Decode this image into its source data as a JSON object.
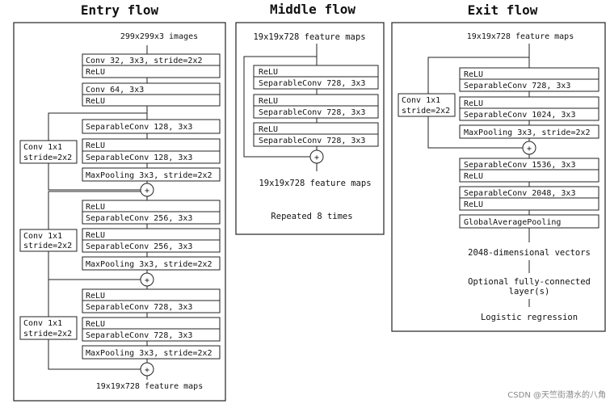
{
  "titles": {
    "entry": "Entry flow",
    "middle": "Middle flow",
    "exit": "Exit flow"
  },
  "entry": {
    "input": "299x299x3 images",
    "conv1": [
      "Conv 32, 3x3, stride=2x2",
      "ReLU"
    ],
    "conv2": [
      "Conv 64, 3x3",
      "ReLU"
    ],
    "block1_sep1": "SeparableConv 128, 3x3",
    "block1_sep2": [
      "ReLU",
      "SeparableConv 128, 3x3"
    ],
    "block1_pool": "MaxPooling 3x3, stride=2x2",
    "block2_sep1": [
      "ReLU",
      "SeparableConv 256, 3x3"
    ],
    "block2_sep2": [
      "ReLU",
      "SeparableConv 256, 3x3"
    ],
    "block2_pool": "MaxPooling 3x3, stride=2x2",
    "block3_sep1": [
      "ReLU",
      "SeparableConv 728, 3x3"
    ],
    "block3_sep2": [
      "ReLU",
      "SeparableConv 728, 3x3"
    ],
    "block3_pool": "MaxPooling 3x3, stride=2x2",
    "shortcut": [
      "Conv 1x1",
      "stride=2x2"
    ],
    "output": "19x19x728 feature maps"
  },
  "middle": {
    "input": "19x19x728 feature maps",
    "sep": [
      "ReLU",
      "SeparableConv 728, 3x3"
    ],
    "output": "19x19x728 feature maps",
    "repeat": "Repeated 8 times"
  },
  "exit": {
    "input": "19x19x728 feature maps",
    "shortcut": [
      "Conv 1x1",
      "stride=2x2"
    ],
    "sep1": [
      "ReLU",
      "SeparableConv 728, 3x3"
    ],
    "sep2": [
      "ReLU",
      "SeparableConv 1024, 3x3"
    ],
    "pool": "MaxPooling 3x3, stride=2x2",
    "sep3": [
      "SeparableConv 1536, 3x3",
      "ReLU"
    ],
    "sep4": [
      "SeparableConv 2048, 3x3",
      "ReLU"
    ],
    "gap": "GlobalAveragePooling",
    "vectors": "2048-dimensional vectors",
    "fc": [
      "Optional fully-connected",
      "layer(s)"
    ],
    "logreg": "Logistic regression"
  },
  "plus_symbol": "+",
  "watermark": "CSDN @天竺街潜水的八角"
}
